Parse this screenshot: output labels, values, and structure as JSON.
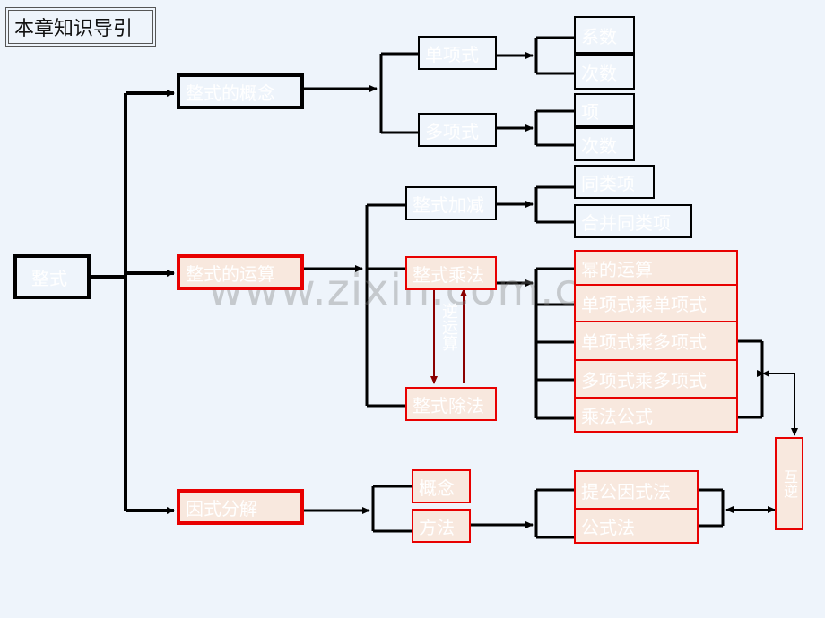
{
  "title": "本章知识导引",
  "watermark": "www.zixin.com.cn",
  "root": "整式",
  "level1": {
    "concept": "整式的概念",
    "operation": "整式的运算",
    "factor": "因式分解"
  },
  "concept_branch": {
    "monomial": "单项式",
    "monomial_items": [
      "系数",
      "次数"
    ],
    "polynomial": "多项式",
    "polynomial_items": [
      "项",
      "次数"
    ]
  },
  "operation_branch": {
    "addsub": "整式加减",
    "addsub_items": [
      "同类项",
      "合并同类项"
    ],
    "mult": "整式乘法",
    "div": "整式除法",
    "inverse_label": "逆运算",
    "mult_items": [
      "幂的运算",
      "单项式乘单项式",
      "单项式乘多项式",
      "多项式乘多项式",
      "乘法公式"
    ]
  },
  "factor_branch": {
    "concept": "概念",
    "method": "方法",
    "method_items": [
      "提公因式法",
      "公式法"
    ],
    "reverse_label": "互逆"
  },
  "colors": {
    "black_border": "#000000",
    "red_border": "#e80000",
    "red_fill": "#f8e8de",
    "background": "#eef4fb",
    "inverse_arrow": "#8b0000"
  }
}
